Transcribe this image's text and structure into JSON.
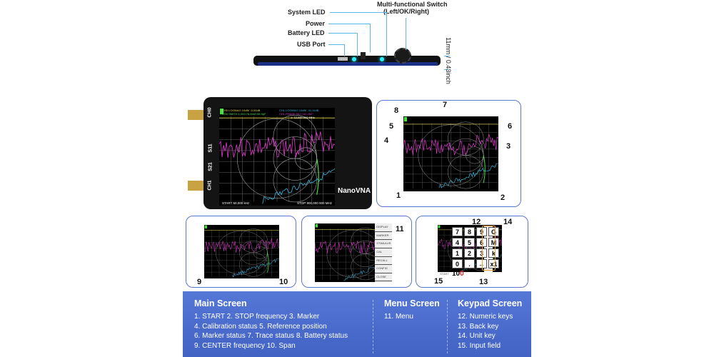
{
  "side_view": {
    "labels": {
      "system_led": "System LED",
      "power": "Power",
      "battery_led": "Battery LED",
      "usb_port": "USB Port",
      "switch": "Multi-functional Switch",
      "switch_sub": "(Left/OK/Right)"
    },
    "thickness": "11mm / 0.43inch"
  },
  "device": {
    "brand": "NanoVNA",
    "ch0": "CH0",
    "ch1": "CH1",
    "s11": "S11",
    "s21": "S21",
    "start": "START 50,000 kHz",
    "stop": "STOP 900,000 000 MHz",
    "trace1": "CH0 LOGMAG 10dB/ -0,00dB",
    "trace2": "CH0 SMITH 1,053 76,8mΩ 58,9pF",
    "trace3": "CH1 LOGMAG 10dB/ -31,11dB",
    "trace4": "CH1 PHASE 90°/ 112,252°",
    "marker": "1: 12,000 000 MHz"
  },
  "callouts": {
    "main": [
      "1",
      "2",
      "3",
      "4",
      "5",
      "6",
      "7",
      "8"
    ],
    "center": "9",
    "span": "10",
    "menu": "11",
    "numeric": "12",
    "back": "13",
    "unit": "14",
    "input": "15"
  },
  "menu_items": [
    "DISPLAY",
    "MARKER",
    "STIMULUS",
    "CAL",
    "RECALL",
    "CONFIG",
    "CLOSE"
  ],
  "keypad": {
    "keys": [
      "7",
      "8",
      "9",
      "G",
      "4",
      "5",
      "6",
      "M",
      "1",
      "2",
      "3",
      "k",
      "0",
      ".",
      "←",
      "x1"
    ],
    "input_value": "10",
    "input_cursor": "0",
    "input_label": "START"
  },
  "legend": {
    "main": {
      "title": "Main Screen",
      "lines": [
        "1. START   2. STOP frequency  3. Marker",
        "4. Calibration status  5. Reference position",
        "6. Marker status  7. Trace status  8. Battery status",
        "9. CENTER frequency  10. Span"
      ]
    },
    "menu": {
      "title": "Menu Screen",
      "lines": [
        "11. Menu"
      ]
    },
    "keypad": {
      "title": "Keypad Screen",
      "lines": [
        "12. Numeric keys",
        "13. Back key",
        "14. Unit key",
        "15. Input field"
      ]
    }
  },
  "colors": {
    "accent": "#4a6ccf",
    "trace_magenta": "#e23ad0",
    "trace_cyan": "#3ab8e0",
    "trace_green": "#44e040",
    "trace_yellow": "#e8d84a"
  }
}
